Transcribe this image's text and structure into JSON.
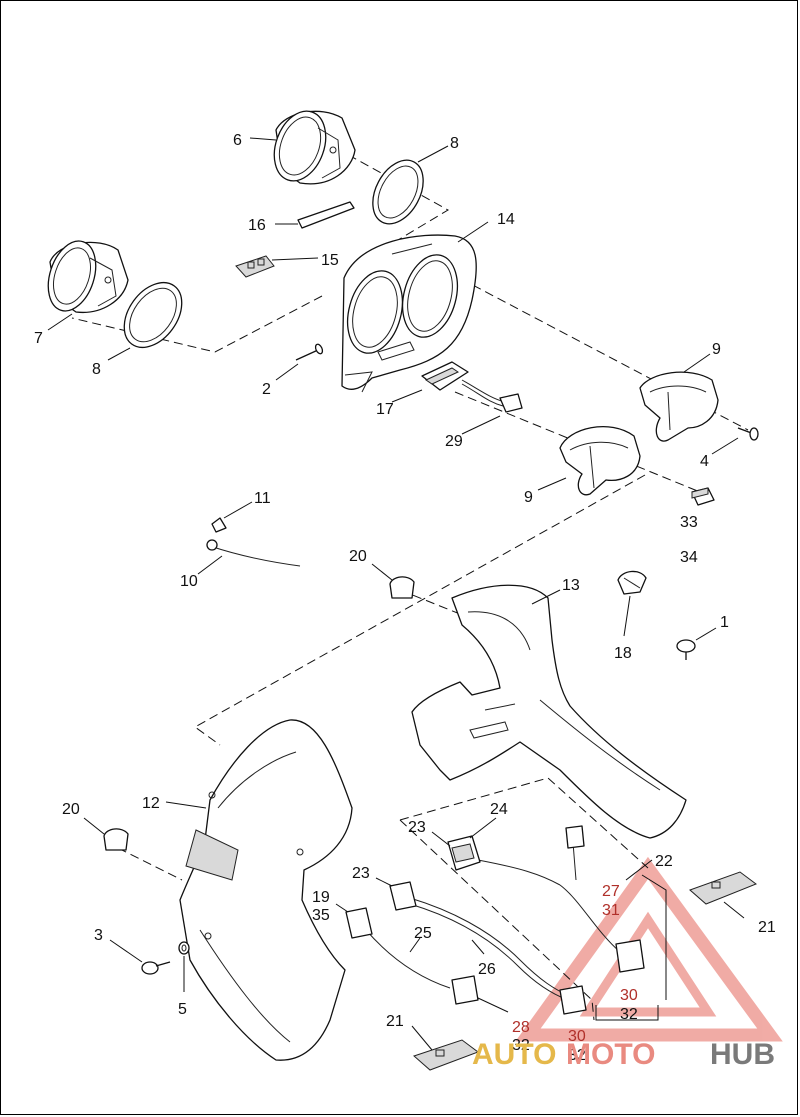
{
  "callouts": {
    "c1": "1",
    "c2": "2",
    "c3": "3",
    "c4": "4",
    "c5": "5",
    "c6": "6",
    "c7": "7",
    "c8a": "8",
    "c8b": "8",
    "c9a": "9",
    "c9b": "9",
    "c10": "10",
    "c11": "11",
    "c12": "12",
    "c13": "13",
    "c14": "14",
    "c15": "15",
    "c16": "16",
    "c17": "17",
    "c18": "18",
    "c19": "19",
    "c20a": "20",
    "c20b": "20",
    "c21a": "21",
    "c21b": "21",
    "c22": "22",
    "c23a": "23",
    "c23b": "23",
    "c24": "24",
    "c25": "25",
    "c26": "26",
    "c27": "27",
    "c28": "28",
    "c29": "29",
    "c30a": "30",
    "c30b": "30",
    "c31": "31",
    "c32a": "32",
    "c32b": "32",
    "c32c": "32",
    "c33": "33",
    "c34": "34",
    "c35": "35"
  },
  "watermark": {
    "part1": "AUTO",
    "part2": "MOTO",
    "part3": "HUB"
  },
  "colors": {
    "watermark_red": "#e98a80",
    "watermark_gold": "#e5b84a",
    "watermark_gray": "#7a7a7a"
  }
}
